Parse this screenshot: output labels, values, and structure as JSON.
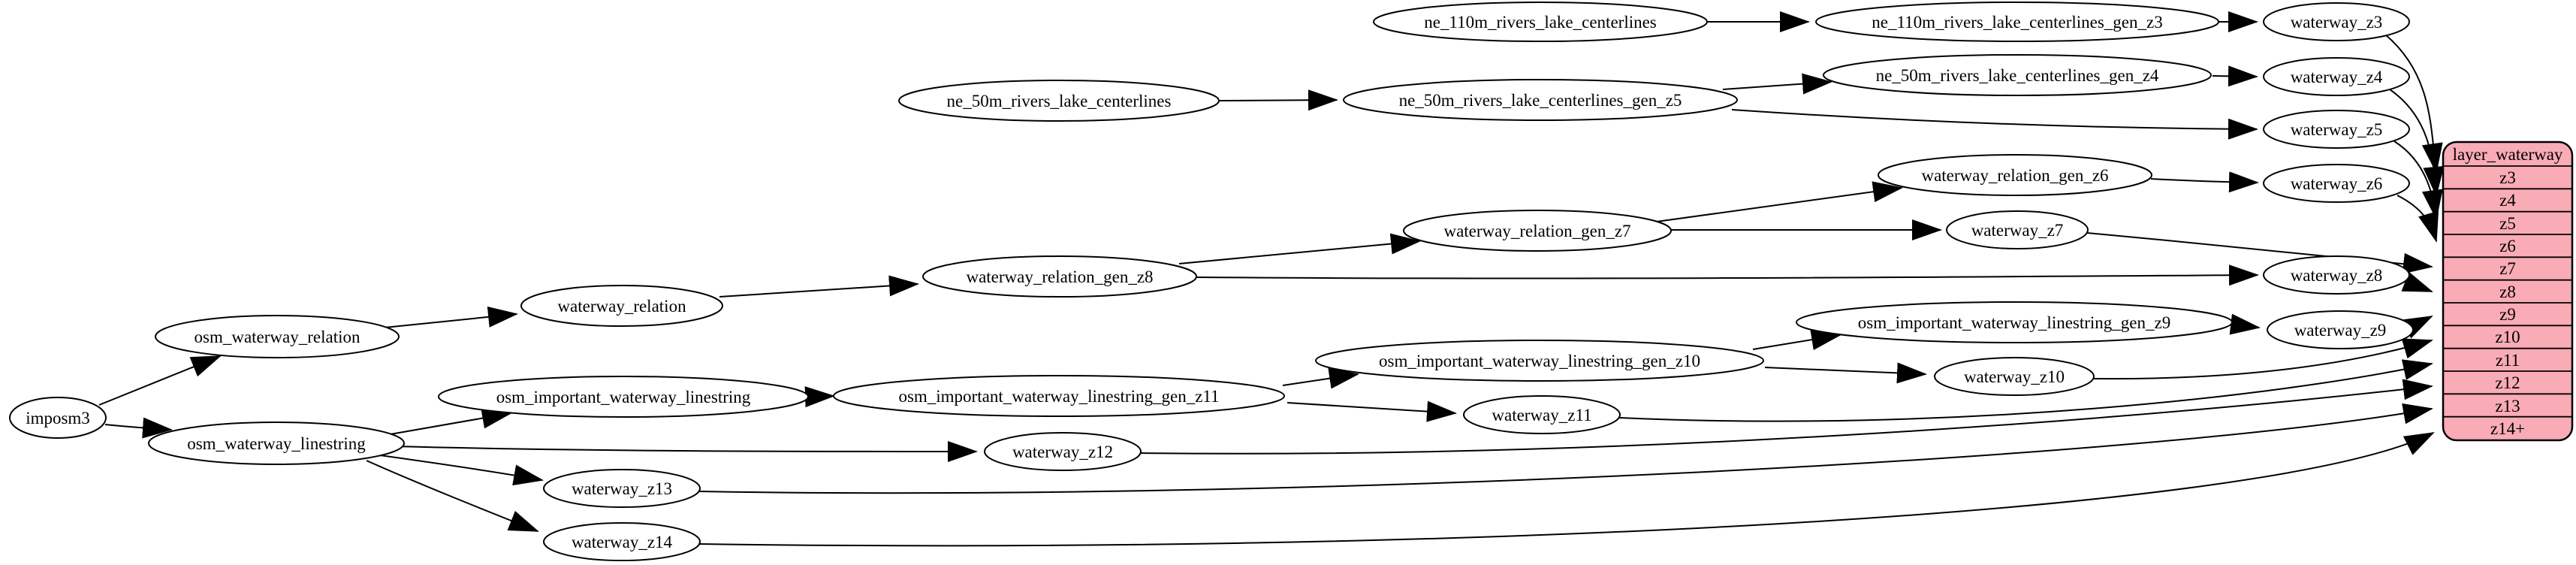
{
  "diagram": {
    "background": "#ffffff",
    "node_fill": "#ffffff",
    "edge_color": "#000000",
    "nodes": {
      "imposm3": "imposm3",
      "osm_waterway_relation": "osm_waterway_relation",
      "osm_waterway_linestring": "osm_waterway_linestring",
      "waterway_relation": "waterway_relation",
      "waterway_relation_gen_z8": "waterway_relation_gen_z8",
      "waterway_relation_gen_z7": "waterway_relation_gen_z7",
      "waterway_relation_gen_z6": "waterway_relation_gen_z6",
      "ne_110m_rivers_lake_centerlines": "ne_110m_rivers_lake_centerlines",
      "ne_110m_rivers_lake_centerlines_gen_z3": "ne_110m_rivers_lake_centerlines_gen_z3",
      "ne_50m_rivers_lake_centerlines": "ne_50m_rivers_lake_centerlines",
      "ne_50m_rivers_lake_centerlines_gen_z5": "ne_50m_rivers_lake_centerlines_gen_z5",
      "ne_50m_rivers_lake_centerlines_gen_z4": "ne_50m_rivers_lake_centerlines_gen_z4",
      "osm_important_waterway_linestring": "osm_important_waterway_linestring",
      "osm_important_waterway_linestring_gen_z11": "osm_important_waterway_linestring_gen_z11",
      "osm_important_waterway_linestring_gen_z10": "osm_important_waterway_linestring_gen_z10",
      "osm_important_waterway_linestring_gen_z9": "osm_important_waterway_linestring_gen_z9",
      "waterway_z3": "waterway_z3",
      "waterway_z4": "waterway_z4",
      "waterway_z5": "waterway_z5",
      "waterway_z6": "waterway_z6",
      "waterway_z7": "waterway_z7",
      "waterway_z8": "waterway_z8",
      "waterway_z9": "waterway_z9",
      "waterway_z10": "waterway_z10",
      "waterway_z11": "waterway_z11",
      "waterway_z12": "waterway_z12",
      "waterway_z13": "waterway_z13",
      "waterway_z14": "waterway_z14"
    },
    "table": {
      "title": "layer_waterway",
      "fill": "#f9abb6",
      "rows": [
        "z3",
        "z4",
        "z5",
        "z6",
        "z7",
        "z8",
        "z9",
        "z10",
        "z11",
        "z12",
        "z13",
        "z14+"
      ]
    },
    "edges": [
      [
        "imposm3",
        "osm_waterway_relation"
      ],
      [
        "imposm3",
        "osm_waterway_linestring"
      ],
      [
        "osm_waterway_relation",
        "waterway_relation"
      ],
      [
        "waterway_relation",
        "waterway_relation_gen_z8"
      ],
      [
        "waterway_relation_gen_z8",
        "waterway_relation_gen_z7"
      ],
      [
        "waterway_relation_gen_z8",
        "waterway_z8"
      ],
      [
        "waterway_relation_gen_z7",
        "waterway_relation_gen_z6"
      ],
      [
        "waterway_relation_gen_z7",
        "waterway_z7"
      ],
      [
        "waterway_relation_gen_z6",
        "waterway_z6"
      ],
      [
        "ne_110m_rivers_lake_centerlines",
        "ne_110m_rivers_lake_centerlines_gen_z3"
      ],
      [
        "ne_110m_rivers_lake_centerlines_gen_z3",
        "waterway_z3"
      ],
      [
        "ne_50m_rivers_lake_centerlines",
        "ne_50m_rivers_lake_centerlines_gen_z5"
      ],
      [
        "ne_50m_rivers_lake_centerlines_gen_z5",
        "ne_50m_rivers_lake_centerlines_gen_z4"
      ],
      [
        "ne_50m_rivers_lake_centerlines_gen_z5",
        "waterway_z5"
      ],
      [
        "ne_50m_rivers_lake_centerlines_gen_z4",
        "waterway_z4"
      ],
      [
        "osm_waterway_linestring",
        "osm_important_waterway_linestring"
      ],
      [
        "osm_waterway_linestring",
        "waterway_z12"
      ],
      [
        "osm_waterway_linestring",
        "waterway_z13"
      ],
      [
        "osm_waterway_linestring",
        "waterway_z14"
      ],
      [
        "osm_important_waterway_linestring",
        "osm_important_waterway_linestring_gen_z11"
      ],
      [
        "osm_important_waterway_linestring_gen_z11",
        "osm_important_waterway_linestring_gen_z10"
      ],
      [
        "osm_important_waterway_linestring_gen_z11",
        "waterway_z11"
      ],
      [
        "osm_important_waterway_linestring_gen_z10",
        "osm_important_waterway_linestring_gen_z9"
      ],
      [
        "osm_important_waterway_linestring_gen_z10",
        "waterway_z10"
      ],
      [
        "osm_important_waterway_linestring_gen_z9",
        "waterway_z9"
      ],
      [
        "waterway_z3",
        "layer_waterway.z3"
      ],
      [
        "waterway_z4",
        "layer_waterway.z4"
      ],
      [
        "waterway_z5",
        "layer_waterway.z5"
      ],
      [
        "waterway_z6",
        "layer_waterway.z6"
      ],
      [
        "waterway_z7",
        "layer_waterway.z7"
      ],
      [
        "waterway_z8",
        "layer_waterway.z8"
      ],
      [
        "waterway_z9",
        "layer_waterway.z9"
      ],
      [
        "waterway_z10",
        "layer_waterway.z10"
      ],
      [
        "waterway_z11",
        "layer_waterway.z11"
      ],
      [
        "waterway_z12",
        "layer_waterway.z12"
      ],
      [
        "waterway_z13",
        "layer_waterway.z13"
      ],
      [
        "waterway_z14",
        "layer_waterway.z14+"
      ]
    ]
  }
}
